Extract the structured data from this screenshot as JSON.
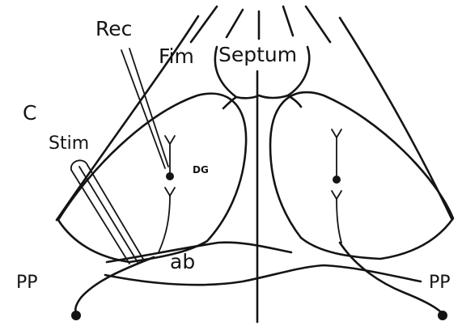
{
  "labels": {
    "rec": "Rec",
    "fim": "Fim",
    "septum": "Septum",
    "panel": "C",
    "stim": "Stim",
    "dg": "DG",
    "ab": "ab",
    "pp_left": "PP",
    "pp_right": "PP"
  },
  "colors": {
    "ink": "#141414",
    "background": "#ffffff"
  }
}
